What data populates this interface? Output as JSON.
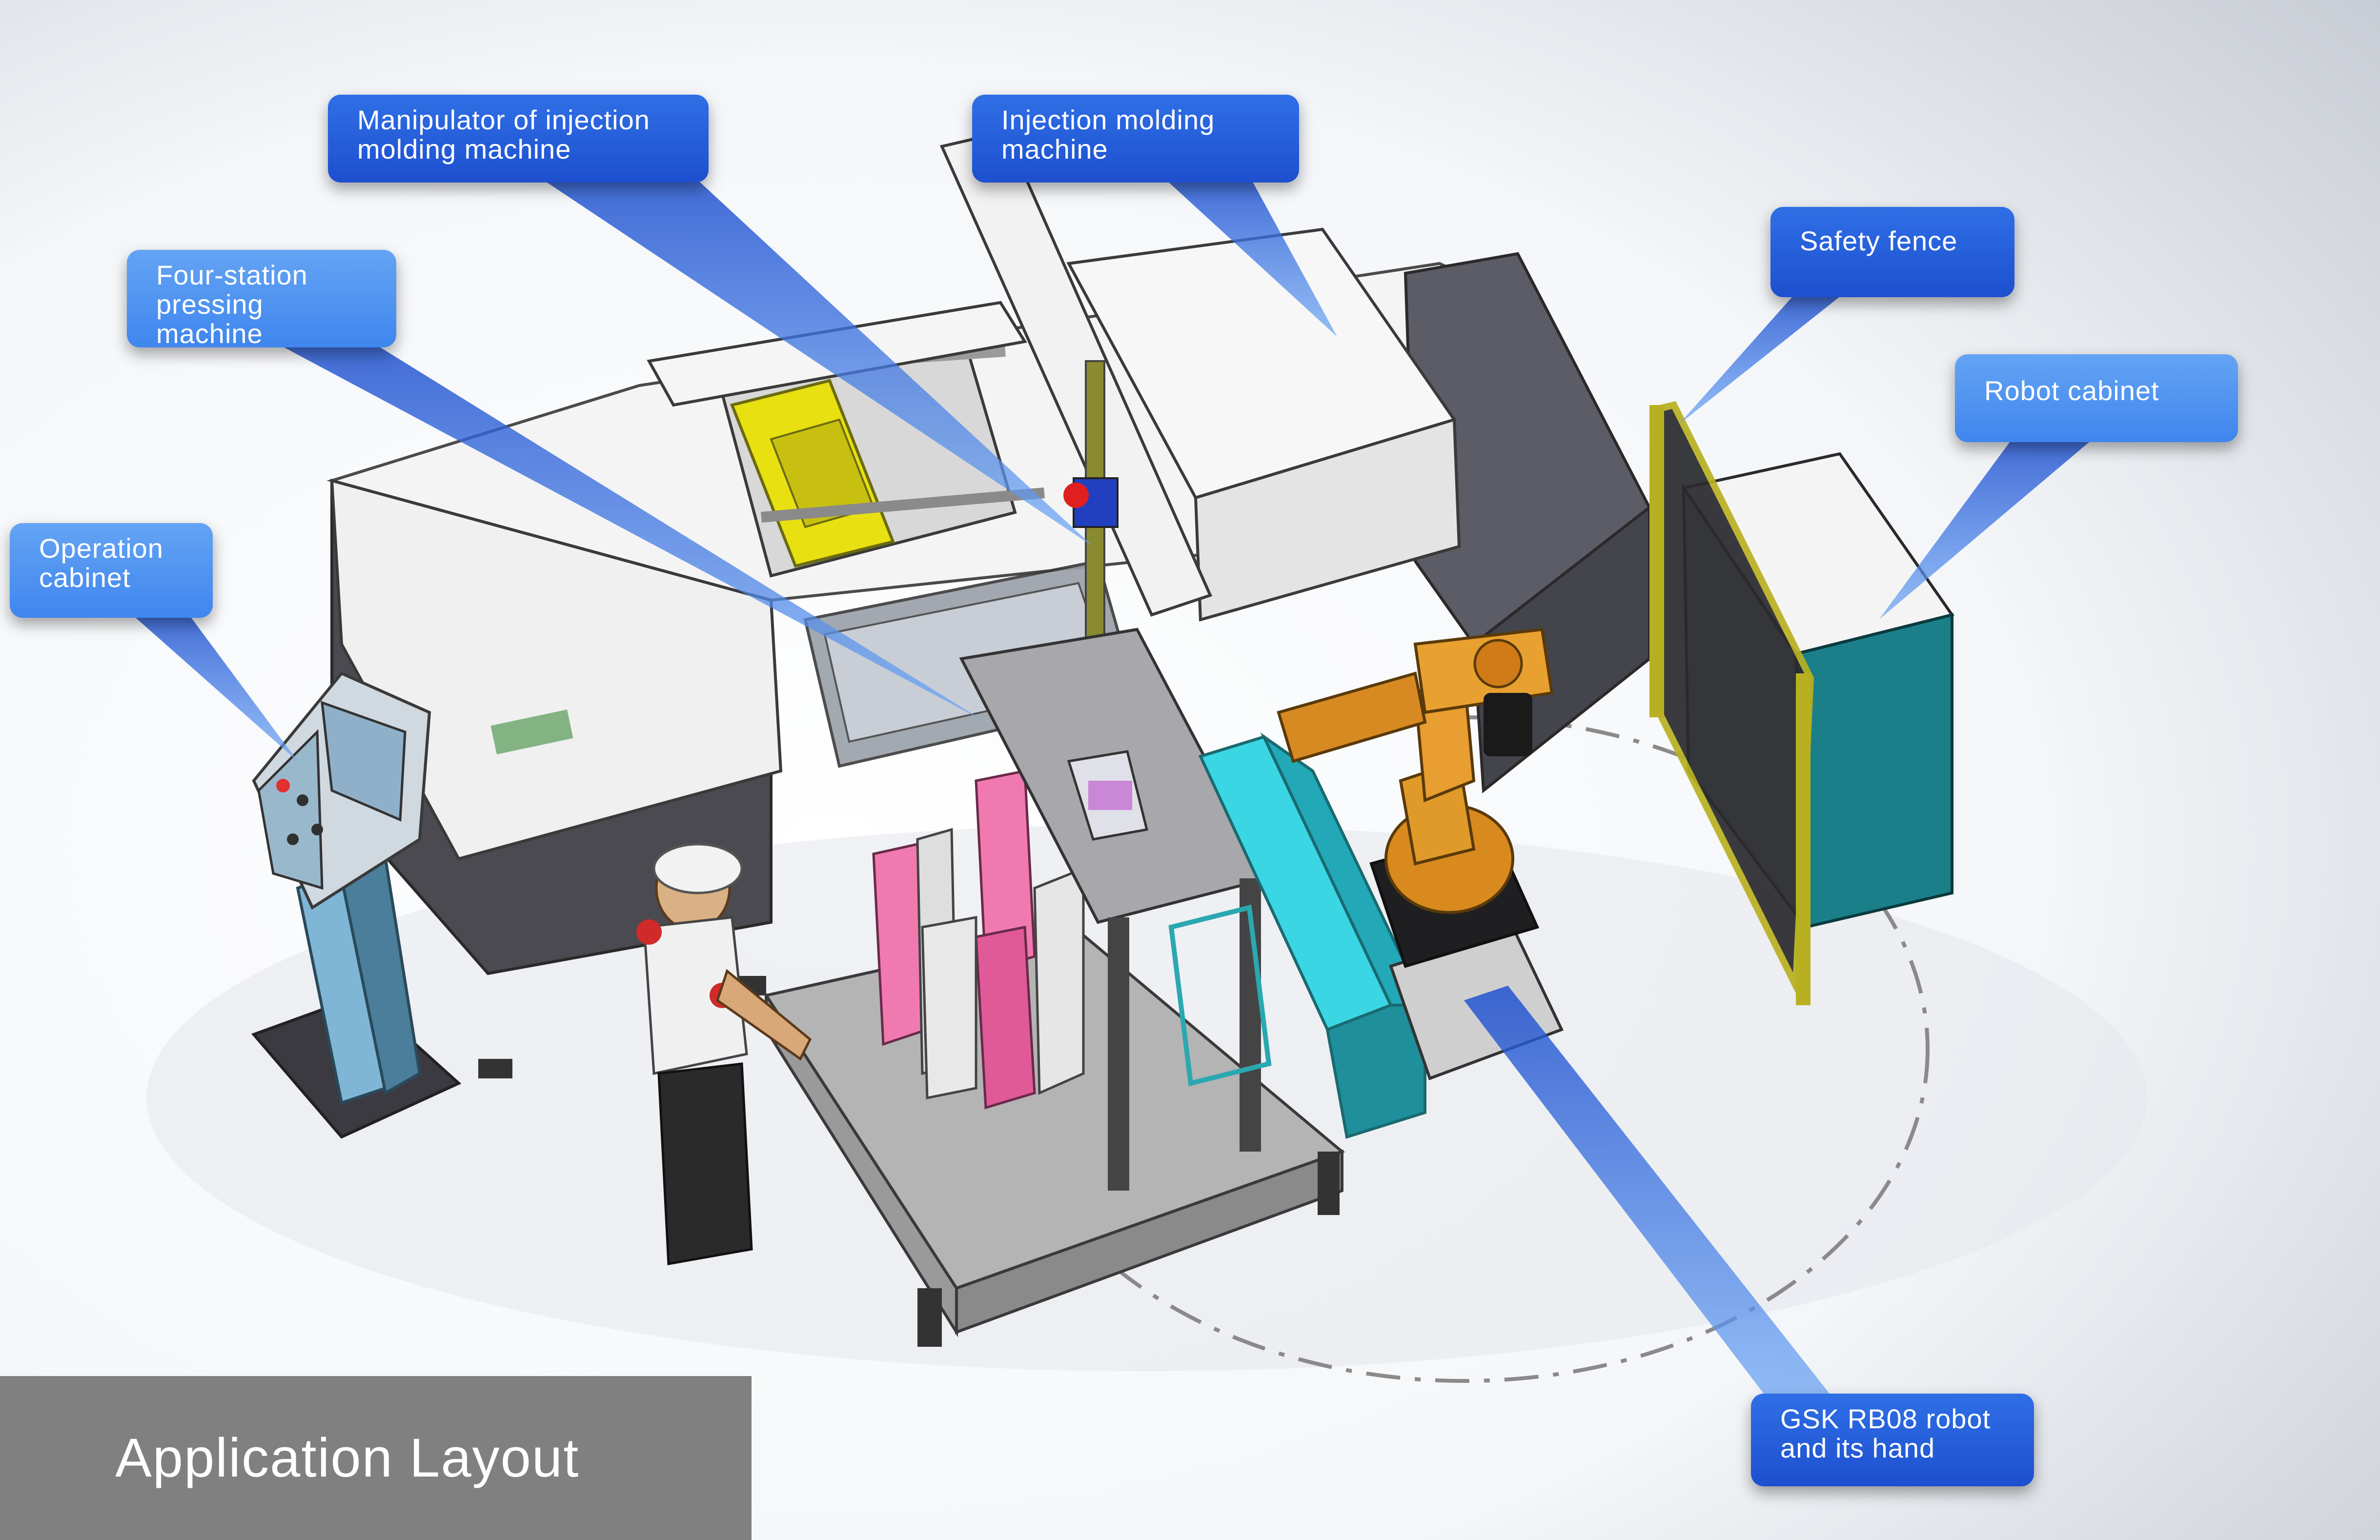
{
  "callouts": {
    "manipulator": "Manipulator of injection\nmolding machine",
    "injection_machine": "Injection molding\nmachine",
    "pressing_machine": "Four-station\npressing machine",
    "safety_fence": "Safety fence",
    "robot_cabinet": "Robot cabinet",
    "operation_cabinet": "Operation\ncabinet",
    "robot": "GSK RB08 robot\nand its hand"
  },
  "banner": "Application Layout",
  "colors": {
    "callout_dark": "#1d4fcf",
    "callout_light": "#3f86ee",
    "banner": "#808080",
    "robot_orange": "#d98a1e",
    "fence_yellow": "#b8b020",
    "conveyor_cyan": "#20c0d0",
    "mold_yellow": "#e8e010",
    "cabinet_teal": "#1a7f88"
  }
}
